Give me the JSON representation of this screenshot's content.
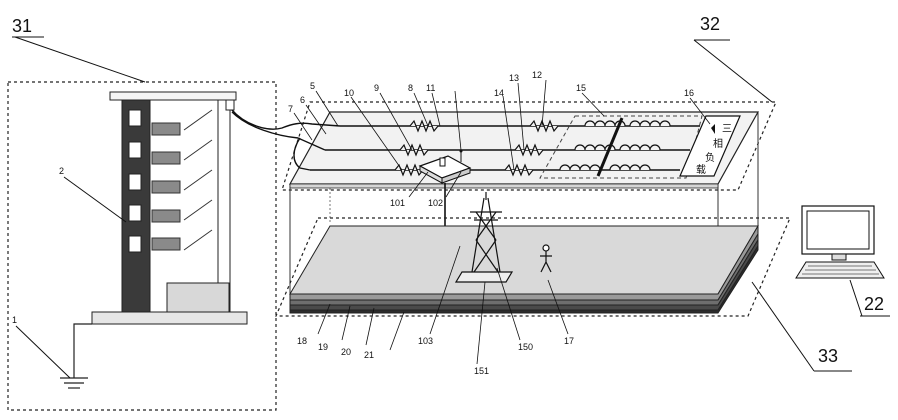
{
  "labels": {
    "l31": "31",
    "l32": "32",
    "l33": "33",
    "l22": "22",
    "l1": "1",
    "l2": "2",
    "l5": "5",
    "l6": "6",
    "l7": "7",
    "l8": "8",
    "l9": "9",
    "l10": "10",
    "l11": "11",
    "l12": "12",
    "l13": "13",
    "l14": "14",
    "l15": "15",
    "l16": "16",
    "l17": "17",
    "l18": "18",
    "l19": "19",
    "l20": "20",
    "l21": "21",
    "l101": "101",
    "l102": "102",
    "l103": "103",
    "l150": "150",
    "l151": "151"
  },
  "load_box_text": [
    "三",
    "相",
    "负",
    "载"
  ]
}
